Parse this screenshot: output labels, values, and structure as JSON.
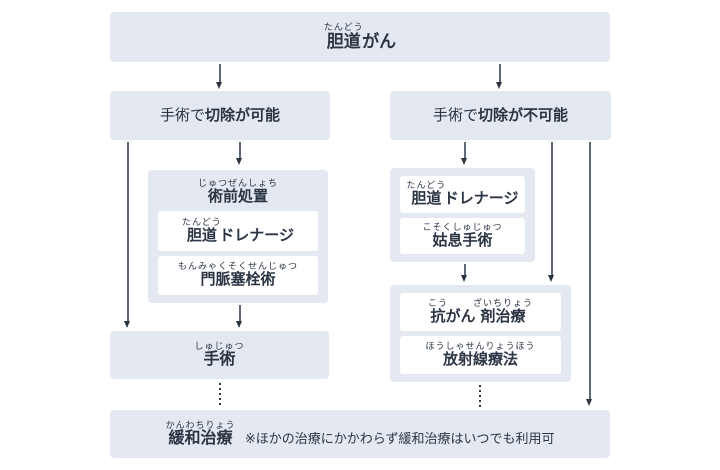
{
  "colors": {
    "page_bg": "#ffffff",
    "node_fill": "#e4e8f1",
    "inner_fill": "#ffffff",
    "text": "#2b3543",
    "line": "#5e6876",
    "dot": "#2b3440"
  },
  "nodes": {
    "root": {
      "segments": [
        {
          "t": "胆道",
          "r": "たんどう"
        },
        {
          "t": "がん"
        }
      ]
    },
    "resectable": {
      "prefix": "手術で",
      "emphasis": "切除が可能"
    },
    "unresectable": {
      "prefix": "手術で",
      "emphasis": "切除が不可能"
    },
    "preop_group": {
      "header": [
        {
          "t": "術前処置",
          "r": "じゅつぜんしょち"
        }
      ],
      "items": {
        "biliary_drainage": [
          {
            "t": "胆道",
            "r": "たんどう"
          },
          {
            "t": "ドレナージ"
          }
        ],
        "portal_embolization": [
          {
            "t": "門脈塞栓術",
            "r": "もんみゃくそくせんじゅつ"
          }
        ]
      }
    },
    "surgery": {
      "segments": [
        {
          "t": "手術",
          "r": "しゅじゅつ"
        }
      ]
    },
    "unresectable_group1": {
      "items": {
        "biliary_drainage": [
          {
            "t": "胆道",
            "r": "たんどう"
          },
          {
            "t": "ドレナージ"
          }
        ],
        "palliative_surgery": [
          {
            "t": "姑息手術",
            "r": "こそくしゅじゅつ"
          }
        ]
      }
    },
    "unresectable_group2": {
      "items": {
        "chemotherapy": [
          {
            "t": "抗",
            "r": "こう"
          },
          {
            "t": "がん"
          },
          {
            "t": "剤治療",
            "r": "ざいちりょう"
          }
        ],
        "radiation": [
          {
            "t": "放射線療法",
            "r": "ほうしゃせんりょうほう"
          }
        ]
      }
    },
    "palliative_care": {
      "title": [
        {
          "t": "緩和治療",
          "r": "かんわちりょう"
        }
      ],
      "note": "※ほかの治療にかかわらず緩和治療はいつでも利用可"
    }
  }
}
